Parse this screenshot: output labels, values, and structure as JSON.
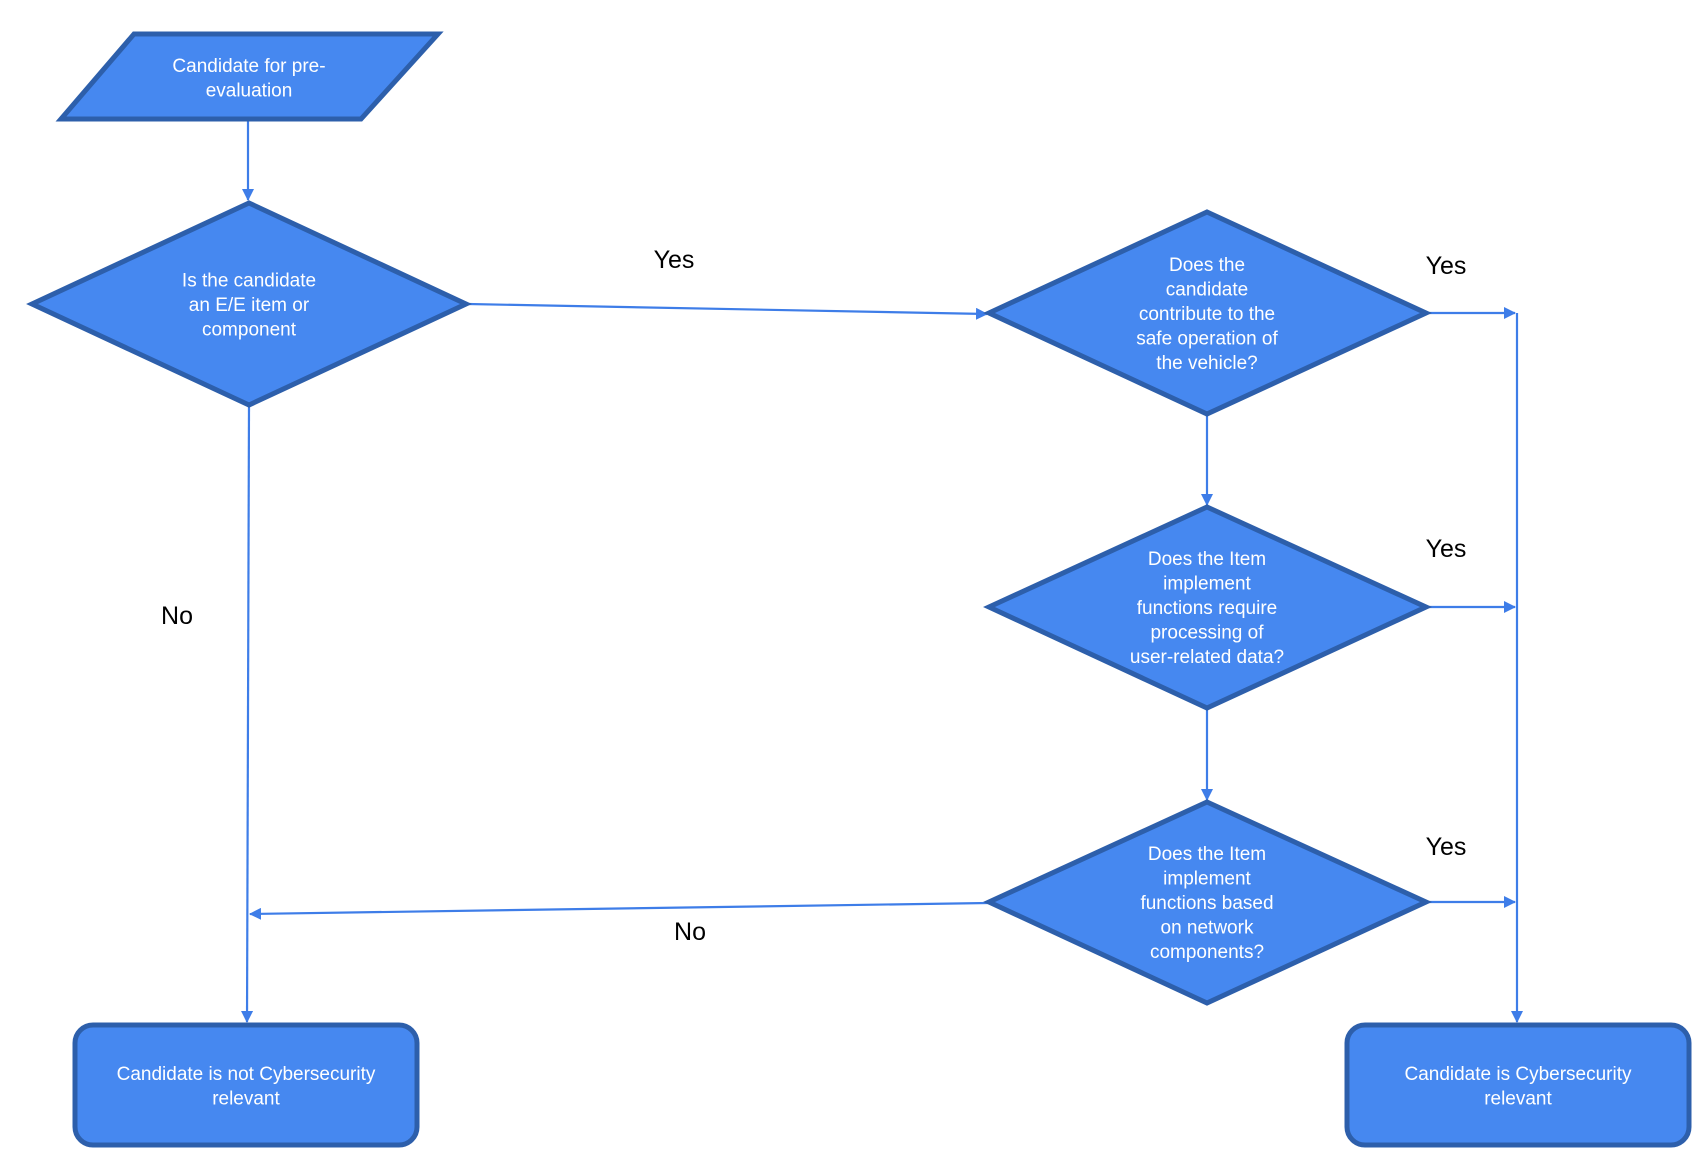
{
  "colors": {
    "node_fill": "#4688F0",
    "node_stroke": "#2D5FAB",
    "edge": "#3E7DE8",
    "node_text": "#ffffff",
    "label_text": "#000000"
  },
  "nodes": {
    "start": {
      "shape": "parallelogram",
      "lines": [
        "Candidate for pre-",
        "evaluation"
      ]
    },
    "decision_ee_item": {
      "shape": "diamond",
      "lines": [
        "Is the candidate",
        "an E/E item or",
        "component"
      ]
    },
    "decision_safe_operation": {
      "shape": "diamond",
      "lines": [
        "Does the",
        "candidate",
        "contribute to the",
        "safe operation of",
        "the vehicle?"
      ]
    },
    "decision_user_data": {
      "shape": "diamond",
      "lines": [
        "Does the Item",
        "implement",
        "functions require",
        "processing of",
        "user-related data?"
      ]
    },
    "decision_network": {
      "shape": "diamond",
      "lines": [
        "Does the Item",
        "implement",
        "functions based",
        "on network",
        "components?"
      ]
    },
    "end_not_relevant": {
      "shape": "rounded-rectangle",
      "lines": [
        "Candidate is not Cybersecurity",
        "relevant"
      ]
    },
    "end_relevant": {
      "shape": "rounded-rectangle",
      "lines": [
        "Candidate is Cybersecurity",
        "relevant"
      ]
    }
  },
  "edge_labels": {
    "ee_yes": "Yes",
    "ee_no": "No",
    "safe_yes": "Yes",
    "user_data_yes": "Yes",
    "network_yes": "Yes",
    "network_no": "No"
  }
}
